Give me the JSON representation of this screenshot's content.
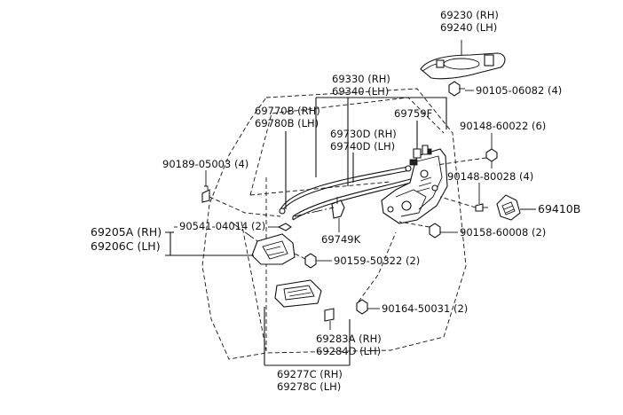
{
  "parts": {
    "p69230": "69230 (RH)",
    "p69240": "69240 (LH)",
    "p90105": "90105-06082 (4)",
    "p69330": "69330 (RH)",
    "p69340": "69340 (LH)",
    "p69770B": "69770B (RH)",
    "p69780B": "69780B (LH)",
    "p69759F": "69759F",
    "p90148_60022": "90148-60022 (6)",
    "p69730D": "69730D (RH)",
    "p69740D": "69740D (LH)",
    "p90189": "90189-05003 (4)",
    "p90148_80028": "90148-80028 (4)",
    "p69410B": "69410B",
    "p69205A": "69205A (RH)",
    "p69206C": "69206C (LH)",
    "p90541": "90541-04014 (2)",
    "p69749K": "69749K",
    "p90158": "90158-60008 (2)",
    "p90159": "90159-50322 (2)",
    "p90164": "90164-50031 (2)",
    "p69283A": "69283A (RH)",
    "p69284D": "69284D (LH)",
    "p69277C": "69277C (RH)",
    "p69278C": "69278C (LH)"
  }
}
